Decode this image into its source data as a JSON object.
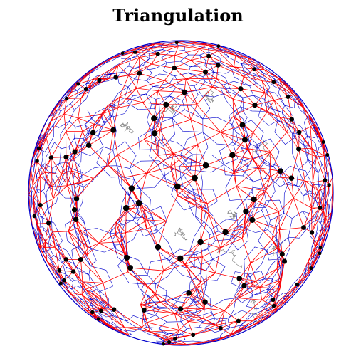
{
  "title": "Triangulation",
  "colors": {
    "background": "#ffffff",
    "triangulation_edges": "#ff0000",
    "voronoi_edges": "#0000cc",
    "coastlines": "#888888",
    "nodes": "#000000",
    "globe_outline": "#0000cc"
  },
  "diagram": {
    "type": "spherical-delaunay-triangulation-with-voronoi-dual",
    "projection": "orthographic",
    "features": [
      "delaunay-triangulation",
      "voronoi-cells",
      "nodes",
      "coastlines",
      "globe-outline"
    ]
  }
}
